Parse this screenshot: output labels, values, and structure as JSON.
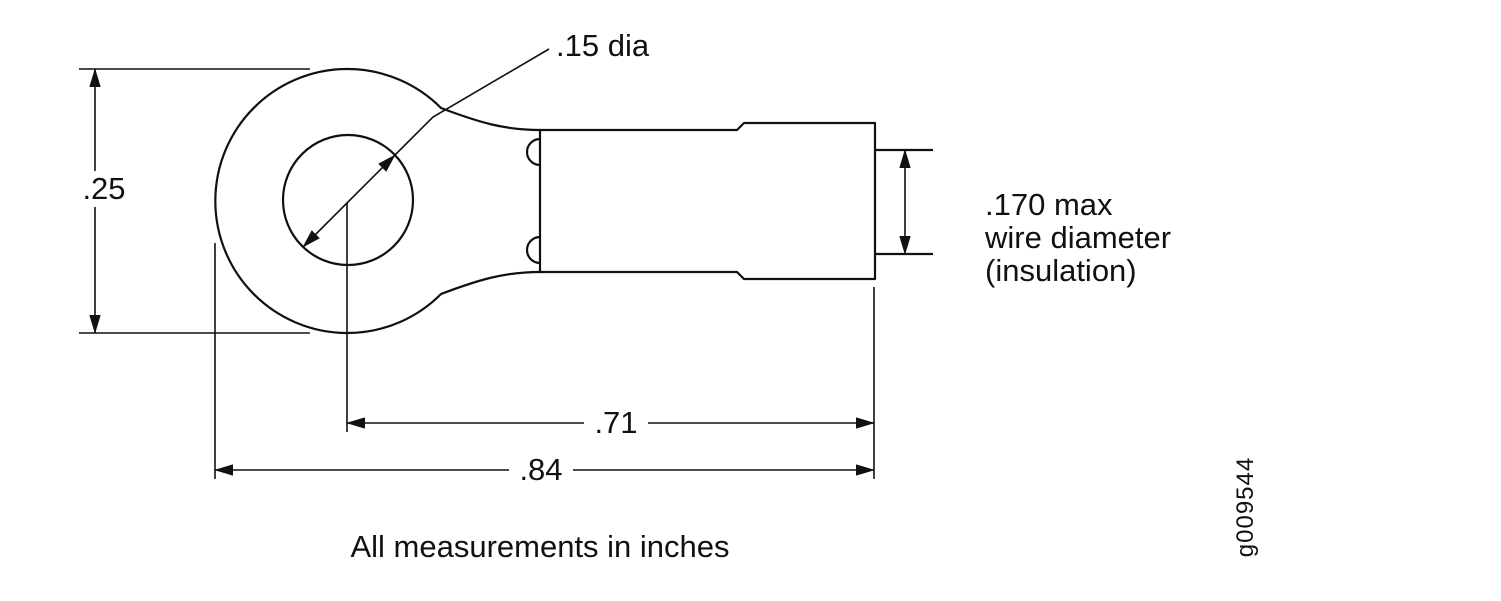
{
  "figure": {
    "dimensions": {
      "hole_diameter": ".15 dia",
      "ring_outer_diameter": ".25",
      "wire_diameter": [
        ".170 max",
        "wire diameter",
        "(insulation)"
      ],
      "center_to_barrel_end": ".71",
      "overall_length": ".84"
    },
    "footnote": "All measurements in inches",
    "figure_id": "g009544",
    "colors": {
      "line": "#111111",
      "background": "#ffffff"
    }
  }
}
